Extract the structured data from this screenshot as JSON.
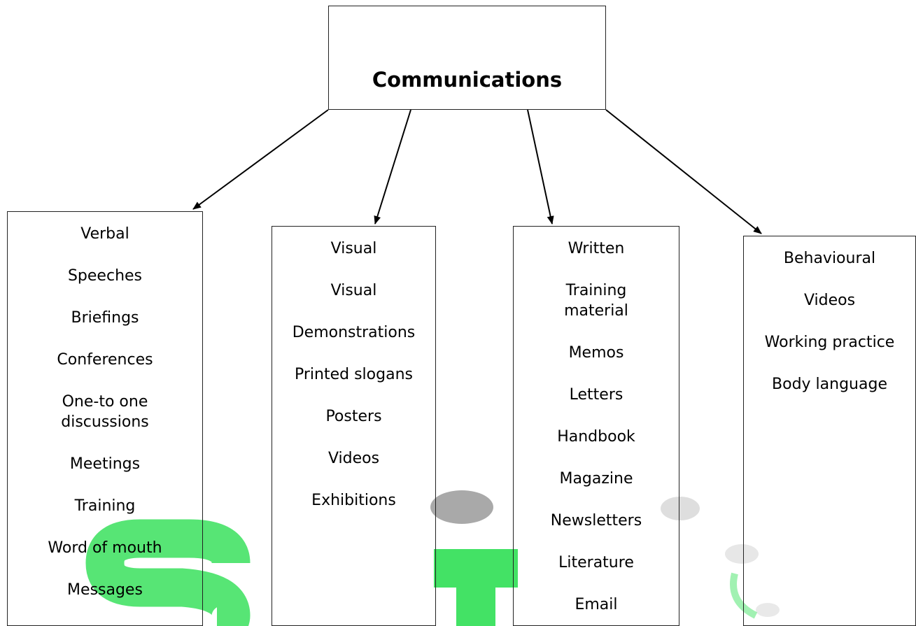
{
  "root": {
    "title": "Communications"
  },
  "branches": [
    {
      "key": "verbal",
      "items": [
        "Verbal",
        "Speeches",
        "Briefings",
        "Conferences",
        "One-to one\ndiscussions",
        "Meetings",
        "Training",
        "Word of mouth",
        "Messages"
      ]
    },
    {
      "key": "visual",
      "items": [
        "Visual",
        "Visual",
        "Demonstrations",
        "Printed slogans",
        "Posters",
        "Videos",
        "Exhibitions"
      ]
    },
    {
      "key": "written",
      "items": [
        "Written",
        "Training\nmaterial",
        "Memos",
        "Letters",
        "Handbook",
        "Magazine",
        "Newsletters",
        "Literature",
        "Email"
      ]
    },
    {
      "key": "behavioural",
      "items": [
        "Behavioural",
        "Videos",
        "Working practice",
        "Body language"
      ]
    }
  ],
  "colors": {
    "line": "#000000",
    "watermark_green": "#22dd4a",
    "watermark_gray": "#b5b5b5"
  }
}
